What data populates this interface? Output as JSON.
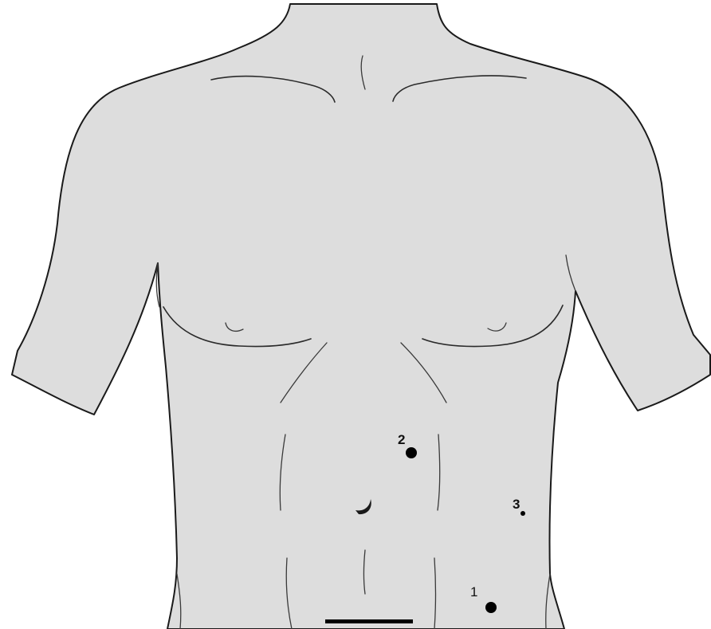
{
  "figure": {
    "subject": "anterior-torso-outline",
    "colors": {
      "skin": "#dddddd",
      "outline": "#1a1a1a",
      "marker": "#000000",
      "scale_bar": "#000000"
    }
  },
  "markers": [
    {
      "label": "1"
    },
    {
      "label": "2"
    },
    {
      "label": "3"
    }
  ]
}
